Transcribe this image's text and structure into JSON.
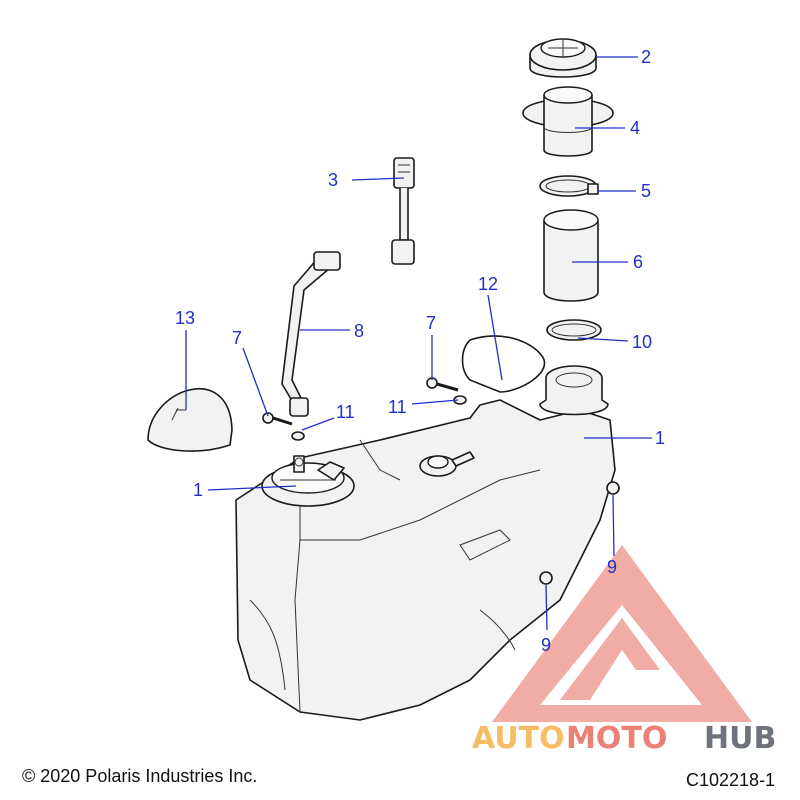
{
  "diagram": {
    "callouts": [
      {
        "id": "c-2",
        "label": "2"
      },
      {
        "id": "c-4",
        "label": "4"
      },
      {
        "id": "c-3",
        "label": "3"
      },
      {
        "id": "c-5",
        "label": "5"
      },
      {
        "id": "c-6",
        "label": "6"
      },
      {
        "id": "c-12",
        "label": "12"
      },
      {
        "id": "c-13",
        "label": "13"
      },
      {
        "id": "c-7a",
        "label": "7"
      },
      {
        "id": "c-8",
        "label": "8"
      },
      {
        "id": "c-7b",
        "label": "7"
      },
      {
        "id": "c-10",
        "label": "10"
      },
      {
        "id": "c-11a",
        "label": "11"
      },
      {
        "id": "c-11b",
        "label": "11"
      },
      {
        "id": "c-1a",
        "label": "1"
      },
      {
        "id": "c-1b",
        "label": "1"
      },
      {
        "id": "c-9a",
        "label": "9"
      },
      {
        "id": "c-9b",
        "label": "9"
      }
    ]
  },
  "footer": {
    "copyright": "© 2020 Polaris Industries Inc.",
    "part_code": "C102218-1"
  },
  "watermark": {
    "word_auto": "AUTO",
    "word_moto": "MOTO",
    "word_hub": "HUB",
    "color_triangle": "#e96a5e",
    "color_auto": "#f5b24a",
    "color_hub": "#555a66"
  },
  "colors": {
    "callout": "#2030c8",
    "line": "#1a1a1a"
  }
}
